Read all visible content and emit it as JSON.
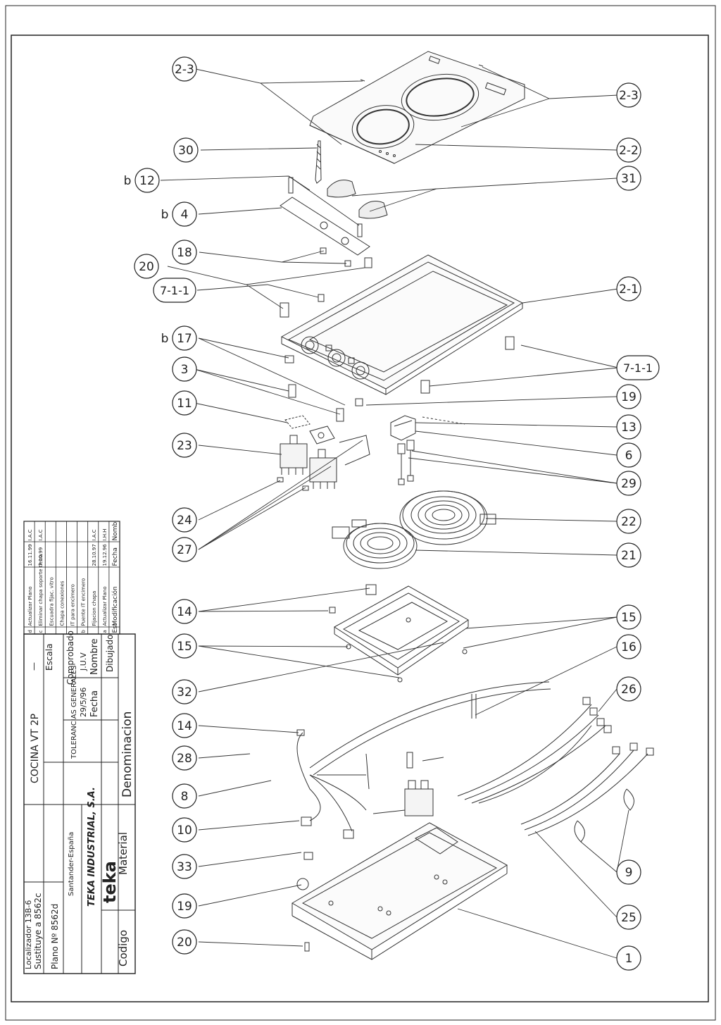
{
  "callouts": [
    {
      "id": "c1",
      "label": "2-3",
      "prefix": ""
    },
    {
      "id": "c2",
      "label": "2-3",
      "prefix": ""
    },
    {
      "id": "c3",
      "label": "30",
      "prefix": ""
    },
    {
      "id": "c4",
      "label": "2-2",
      "prefix": ""
    },
    {
      "id": "c5",
      "label": "12",
      "prefix": "b"
    },
    {
      "id": "c6",
      "label": "31",
      "prefix": ""
    },
    {
      "id": "c7",
      "label": "4",
      "prefix": "b"
    },
    {
      "id": "c8",
      "label": "18",
      "prefix": ""
    },
    {
      "id": "c9",
      "label": "20",
      "prefix": ""
    },
    {
      "id": "c10",
      "label": "7-1-1",
      "prefix": ""
    },
    {
      "id": "c11",
      "label": "2-1",
      "prefix": ""
    },
    {
      "id": "c12",
      "label": "17",
      "prefix": "b"
    },
    {
      "id": "c13",
      "label": "7-1-1",
      "prefix": ""
    },
    {
      "id": "c14",
      "label": "3",
      "prefix": ""
    },
    {
      "id": "c15",
      "label": "19",
      "prefix": ""
    },
    {
      "id": "c16",
      "label": "11",
      "prefix": ""
    },
    {
      "id": "c17",
      "label": "13",
      "prefix": ""
    },
    {
      "id": "c18",
      "label": "23",
      "prefix": ""
    },
    {
      "id": "c19",
      "label": "6",
      "prefix": ""
    },
    {
      "id": "c20",
      "label": "29",
      "prefix": ""
    },
    {
      "id": "c21",
      "label": "24",
      "prefix": ""
    },
    {
      "id": "c22",
      "label": "22",
      "prefix": ""
    },
    {
      "id": "c23",
      "label": "27",
      "prefix": ""
    },
    {
      "id": "c24",
      "label": "21",
      "prefix": ""
    },
    {
      "id": "c25",
      "label": "14",
      "prefix": ""
    },
    {
      "id": "c26",
      "label": "15",
      "prefix": ""
    },
    {
      "id": "c27",
      "label": "15",
      "prefix": ""
    },
    {
      "id": "c28",
      "label": "16",
      "prefix": ""
    },
    {
      "id": "c29",
      "label": "32",
      "prefix": ""
    },
    {
      "id": "c30",
      "label": "26",
      "prefix": ""
    },
    {
      "id": "c31",
      "label": "14",
      "prefix": ""
    },
    {
      "id": "c32",
      "label": "28",
      "prefix": ""
    },
    {
      "id": "c33",
      "label": "8",
      "prefix": ""
    },
    {
      "id": "c34",
      "label": "10",
      "prefix": ""
    },
    {
      "id": "c35",
      "label": "9",
      "prefix": ""
    },
    {
      "id": "c36",
      "label": "33",
      "prefix": ""
    },
    {
      "id": "c37",
      "label": "19",
      "prefix": ""
    },
    {
      "id": "c38",
      "label": "25",
      "prefix": ""
    },
    {
      "id": "c39",
      "label": "20",
      "prefix": ""
    },
    {
      "id": "c40",
      "label": "1",
      "prefix": ""
    }
  ],
  "revisions": {
    "rows": [
      {
        "est": "d",
        "modificacion": "Actualizar Plano",
        "fecha": "16.11.99",
        "nombre": "I.A.C"
      },
      {
        "est": "c",
        "modificacion": "Eliminar chapa soporte tierra",
        "fecha": "7.10.99",
        "nombre": "I.A.C"
      },
      {
        "est": "",
        "modificacion": "Escuadra fijac. vitro",
        "fecha": "",
        "nombre": ""
      },
      {
        "est": "",
        "modificacion": "Chapa conexiones",
        "fecha": "",
        "nombre": ""
      },
      {
        "est": "",
        "modificacion": "IT para encimero",
        "fecha": "",
        "nombre": ""
      },
      {
        "est": "b",
        "modificacion": "Puente IT encimero",
        "fecha": "",
        "nombre": ""
      },
      {
        "est": "",
        "modificacion": "Fijacion chapa",
        "fecha": "28.10.97",
        "nombre": "I.A.C"
      },
      {
        "est": "a",
        "modificacion": "Actualizar Plano",
        "fecha": "19.12.96",
        "nombre": "I.H.H"
      }
    ],
    "header": {
      "est": "Est",
      "modificacion": "Modificación",
      "fecha": "Fecha",
      "nombre": "Nomb"
    }
  },
  "titleblock": {
    "denominacion": "Denominacion",
    "material": "Material",
    "codigo": "Codigo",
    "dibujado": "Dibujado",
    "comprobado": "Comprobado",
    "escala": "Escala",
    "escala_value": "—",
    "fecha_label": "Fecha",
    "fecha_value": "29/5/96",
    "nombre_label": "Nombre",
    "nombre_value": "J.U.V",
    "tolerancias": "TOLERANCIAS GENERALES",
    "denominacion_value": "COCINA VT 2P",
    "company": "TEKA INDUSTRIAL, S.A.",
    "city": "Santander-España",
    "logo": "teka",
    "plano": "Plano Nº 8562d",
    "sustituye": "Sustituye a 8562c",
    "localizador": "Localizador 13B-6"
  }
}
